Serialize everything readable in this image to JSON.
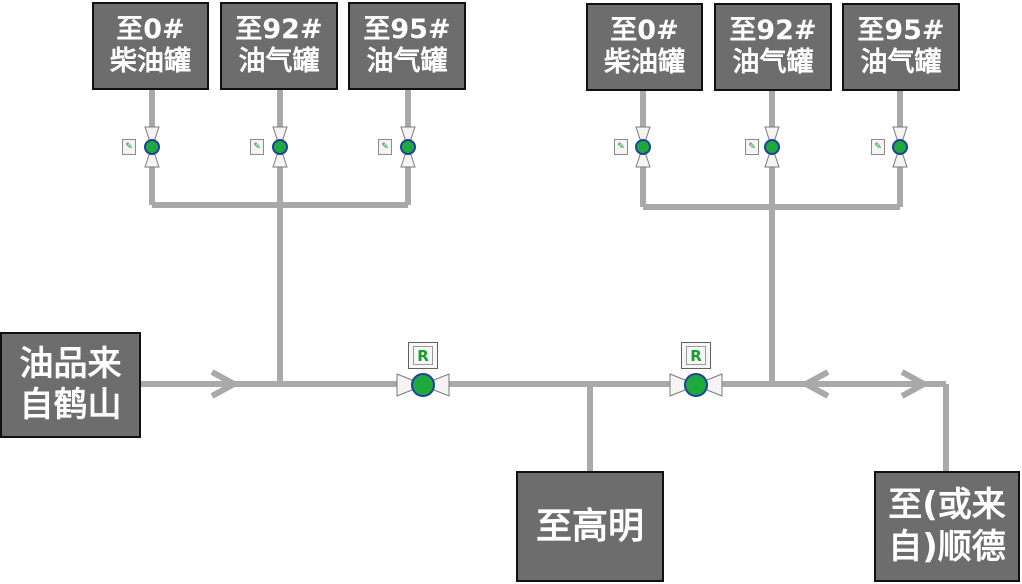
{
  "colors": {
    "pipe": "#a9a9a9",
    "box_fill": "#6d6d6d",
    "box_text": "#ffffff",
    "valve_open": "#1fa83c",
    "valve_rim": "#1f3f9e",
    "mode_text": "#14a02a"
  },
  "tanks_left": [
    {
      "line1": "至0#",
      "line2": "柴油罐"
    },
    {
      "line1": "至92#",
      "line2": "油气罐"
    },
    {
      "line1": "至95#",
      "line2": "油气罐"
    }
  ],
  "tanks_right": [
    {
      "line1": "至0#",
      "line2": "柴油罐"
    },
    {
      "line1": "至92#",
      "line2": "油气罐"
    },
    {
      "line1": "至95#",
      "line2": "油气罐"
    }
  ],
  "source": {
    "line1": "油品来",
    "line2": "自鹤山"
  },
  "to_gaoming": {
    "label": "至高明"
  },
  "shunde": {
    "line1": "至(或来",
    "line2": "自)顺德"
  },
  "main_valves": {
    "mode_label": "R",
    "state": "open"
  },
  "branch_valves": {
    "mode_icon": "manual-mode-icon",
    "state": "open"
  }
}
